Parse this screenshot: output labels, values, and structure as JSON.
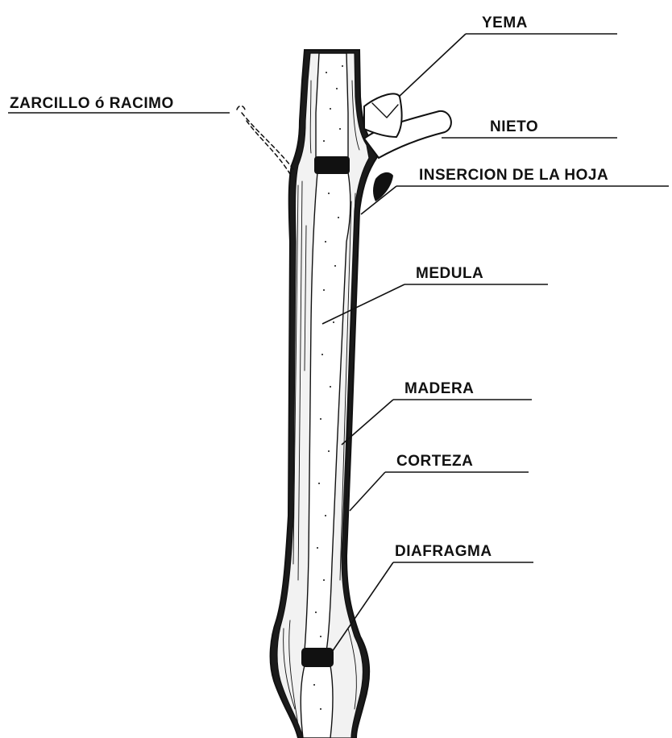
{
  "labels": {
    "yema": "YEMA",
    "zarcillo": "ZARCILLO ó RACIMO",
    "nieto": "NIETO",
    "insercion": "INSERCION DE LA HOJA",
    "medula": "MEDULA",
    "madera": "MADERA",
    "corteza": "CORTEZA",
    "diafragma": "DIAFRAGMA"
  },
  "colors": {
    "ink": "#111111",
    "paper": "#ffffff"
  }
}
